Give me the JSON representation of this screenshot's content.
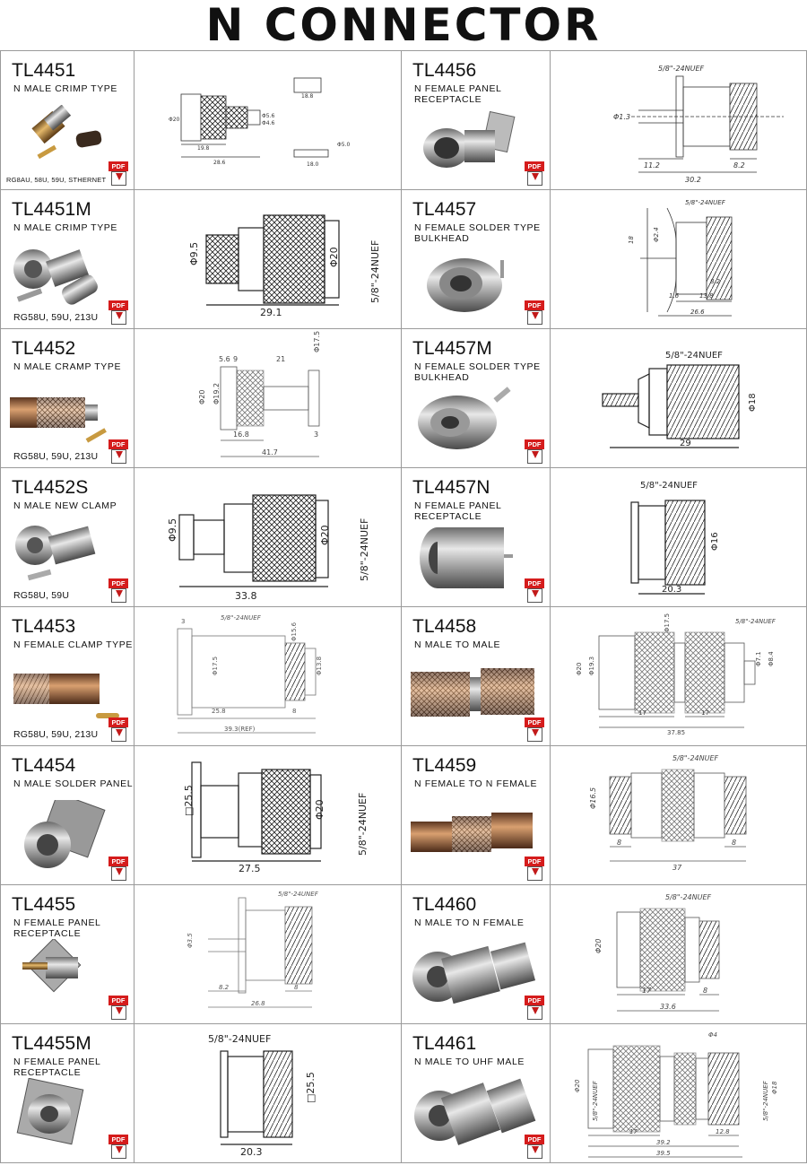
{
  "page_title": "N CONNECTOR",
  "pdf_label": "PDF",
  "products": [
    {
      "code": "TL4451",
      "desc": "N MALE CRIMP TYPE",
      "cable": "RG8AU, 58U, 59U, STHERNET",
      "dims": {
        "a": "Φ20",
        "b": "19.8",
        "c": "18.8",
        "d": "28.6",
        "e": "Φ5.6",
        "f": "Φ4.6",
        "g": "18.0",
        "h": "Φ5.0"
      }
    },
    {
      "code": "TL4456",
      "desc": "N FEMALE PANEL\nRECEPTACLE",
      "cable": "",
      "dims": {
        "thread": "5/8\"-24NUEF",
        "a": "Φ1.3",
        "b": "11.2",
        "c": "8.2",
        "d": "30.2"
      }
    },
    {
      "code": "TL4451M",
      "desc": "N MALE CRIMP TYPE",
      "cable": "RG58U, 59U, 213U",
      "dims": {
        "a": "Φ9.5",
        "b": "Φ20",
        "thread": "5/8\"-24NUEF",
        "c": "29.1"
      }
    },
    {
      "code": "TL4457",
      "desc": "N FEMALE SOLDER TYPE\nBULKHEAD",
      "cable": "",
      "dims": {
        "thread": "5/8\"-24NUEF",
        "a": "18",
        "b": "Φ2.4",
        "c": "8.2",
        "d": "1.6",
        "e": "13.8",
        "f": "26.6"
      }
    },
    {
      "code": "TL4452",
      "desc": "N MALE CRAMP TYPE",
      "cable": "RG58U, 59U, 213U",
      "dims": {
        "a": "5.6",
        "b": "9",
        "c": "21",
        "d": "Φ17.5",
        "e": "Φ20",
        "f": "Φ19.2",
        "g": "16.8",
        "h": "3",
        "i": "41.7"
      }
    },
    {
      "code": "TL4457M",
      "desc": "N FEMALE SOLDER TYPE\nBULKHEAD",
      "cable": "",
      "dims": {
        "thread": "5/8\"-24NUEF",
        "a": "Φ18",
        "b": "29"
      }
    },
    {
      "code": "TL4452S",
      "desc": "N MALE NEW CLAMP",
      "cable": "RG58U, 59U",
      "dims": {
        "a": "Φ9.5",
        "b": "Φ20",
        "thread": "5/8\"-24NUEF",
        "c": "33.8"
      }
    },
    {
      "code": "TL4457N",
      "desc": "N FEMALE PANEL\nRECEPTACLE",
      "cable": "",
      "dims": {
        "thread": "5/8\"-24NUEF",
        "a": "Φ16",
        "b": "20.3"
      }
    },
    {
      "code": "TL4453",
      "desc": "N FEMALE CLAMP TYPE",
      "cable": "RG58U, 59U, 213U",
      "dims": {
        "a": "3",
        "thread": "5/8\"-24NUEF",
        "b": "Φ15.6",
        "c": "Φ17.5",
        "d": "Φ13.8",
        "e": "25.8",
        "f": "8",
        "g": "39.3(REF)"
      }
    },
    {
      "code": "TL4458",
      "desc": "N MALE TO MALE",
      "cable": "",
      "dims": {
        "thread": "5/8\"-24NUEF",
        "a": "Φ17.5",
        "b": "Φ20",
        "c": "Φ19.3",
        "d": "Φ7.1",
        "e": "Φ8.4",
        "f": "17",
        "g": "17",
        "h": "37.85"
      }
    },
    {
      "code": "TL4454",
      "desc": "N MALE SOLDER PANEL",
      "cable": "",
      "dims": {
        "a": "□25.5",
        "b": "Φ20",
        "thread": "5/8\"-24NUEF",
        "c": "27.5"
      }
    },
    {
      "code": "TL4459",
      "desc": "N FEMALE TO N FEMALE",
      "cable": "",
      "dims": {
        "thread": "5/8\"-24NUEF",
        "a": "Φ16.5",
        "b": "8",
        "c": "8",
        "d": "37"
      }
    },
    {
      "code": "TL4455",
      "desc": "N FEMALE PANEL\nRECEPTACLE",
      "cable": "",
      "dims": {
        "thread": "5/8\"-24UNEF",
        "a": "Φ3.5",
        "b": "8.2",
        "c": "8",
        "d": "26.8"
      }
    },
    {
      "code": "TL4460",
      "desc": "N MALE TO N FEMALE",
      "cable": "",
      "dims": {
        "thread": "5/8\"-24NUEF",
        "a": "Φ20",
        "b": "17",
        "c": "8",
        "d": "33.6"
      }
    },
    {
      "code": "TL4455M",
      "desc": "N FEMALE PANEL\nRECEPTACLE",
      "cable": "",
      "dims": {
        "thread": "5/8\"-24NUEF",
        "a": "□25.5",
        "b": "20.3"
      }
    },
    {
      "code": "TL4461",
      "desc": "N MALE TO UHF MALE",
      "cable": "",
      "dims": {
        "a": "Φ4",
        "b": "Φ20",
        "thread": "5/8\"-24NUEF",
        "thread2": "5/8\"-24NUEF",
        "c": "Φ18",
        "d": "17",
        "e": "12.8",
        "f": "39.2",
        "g": "39.5"
      }
    }
  ]
}
